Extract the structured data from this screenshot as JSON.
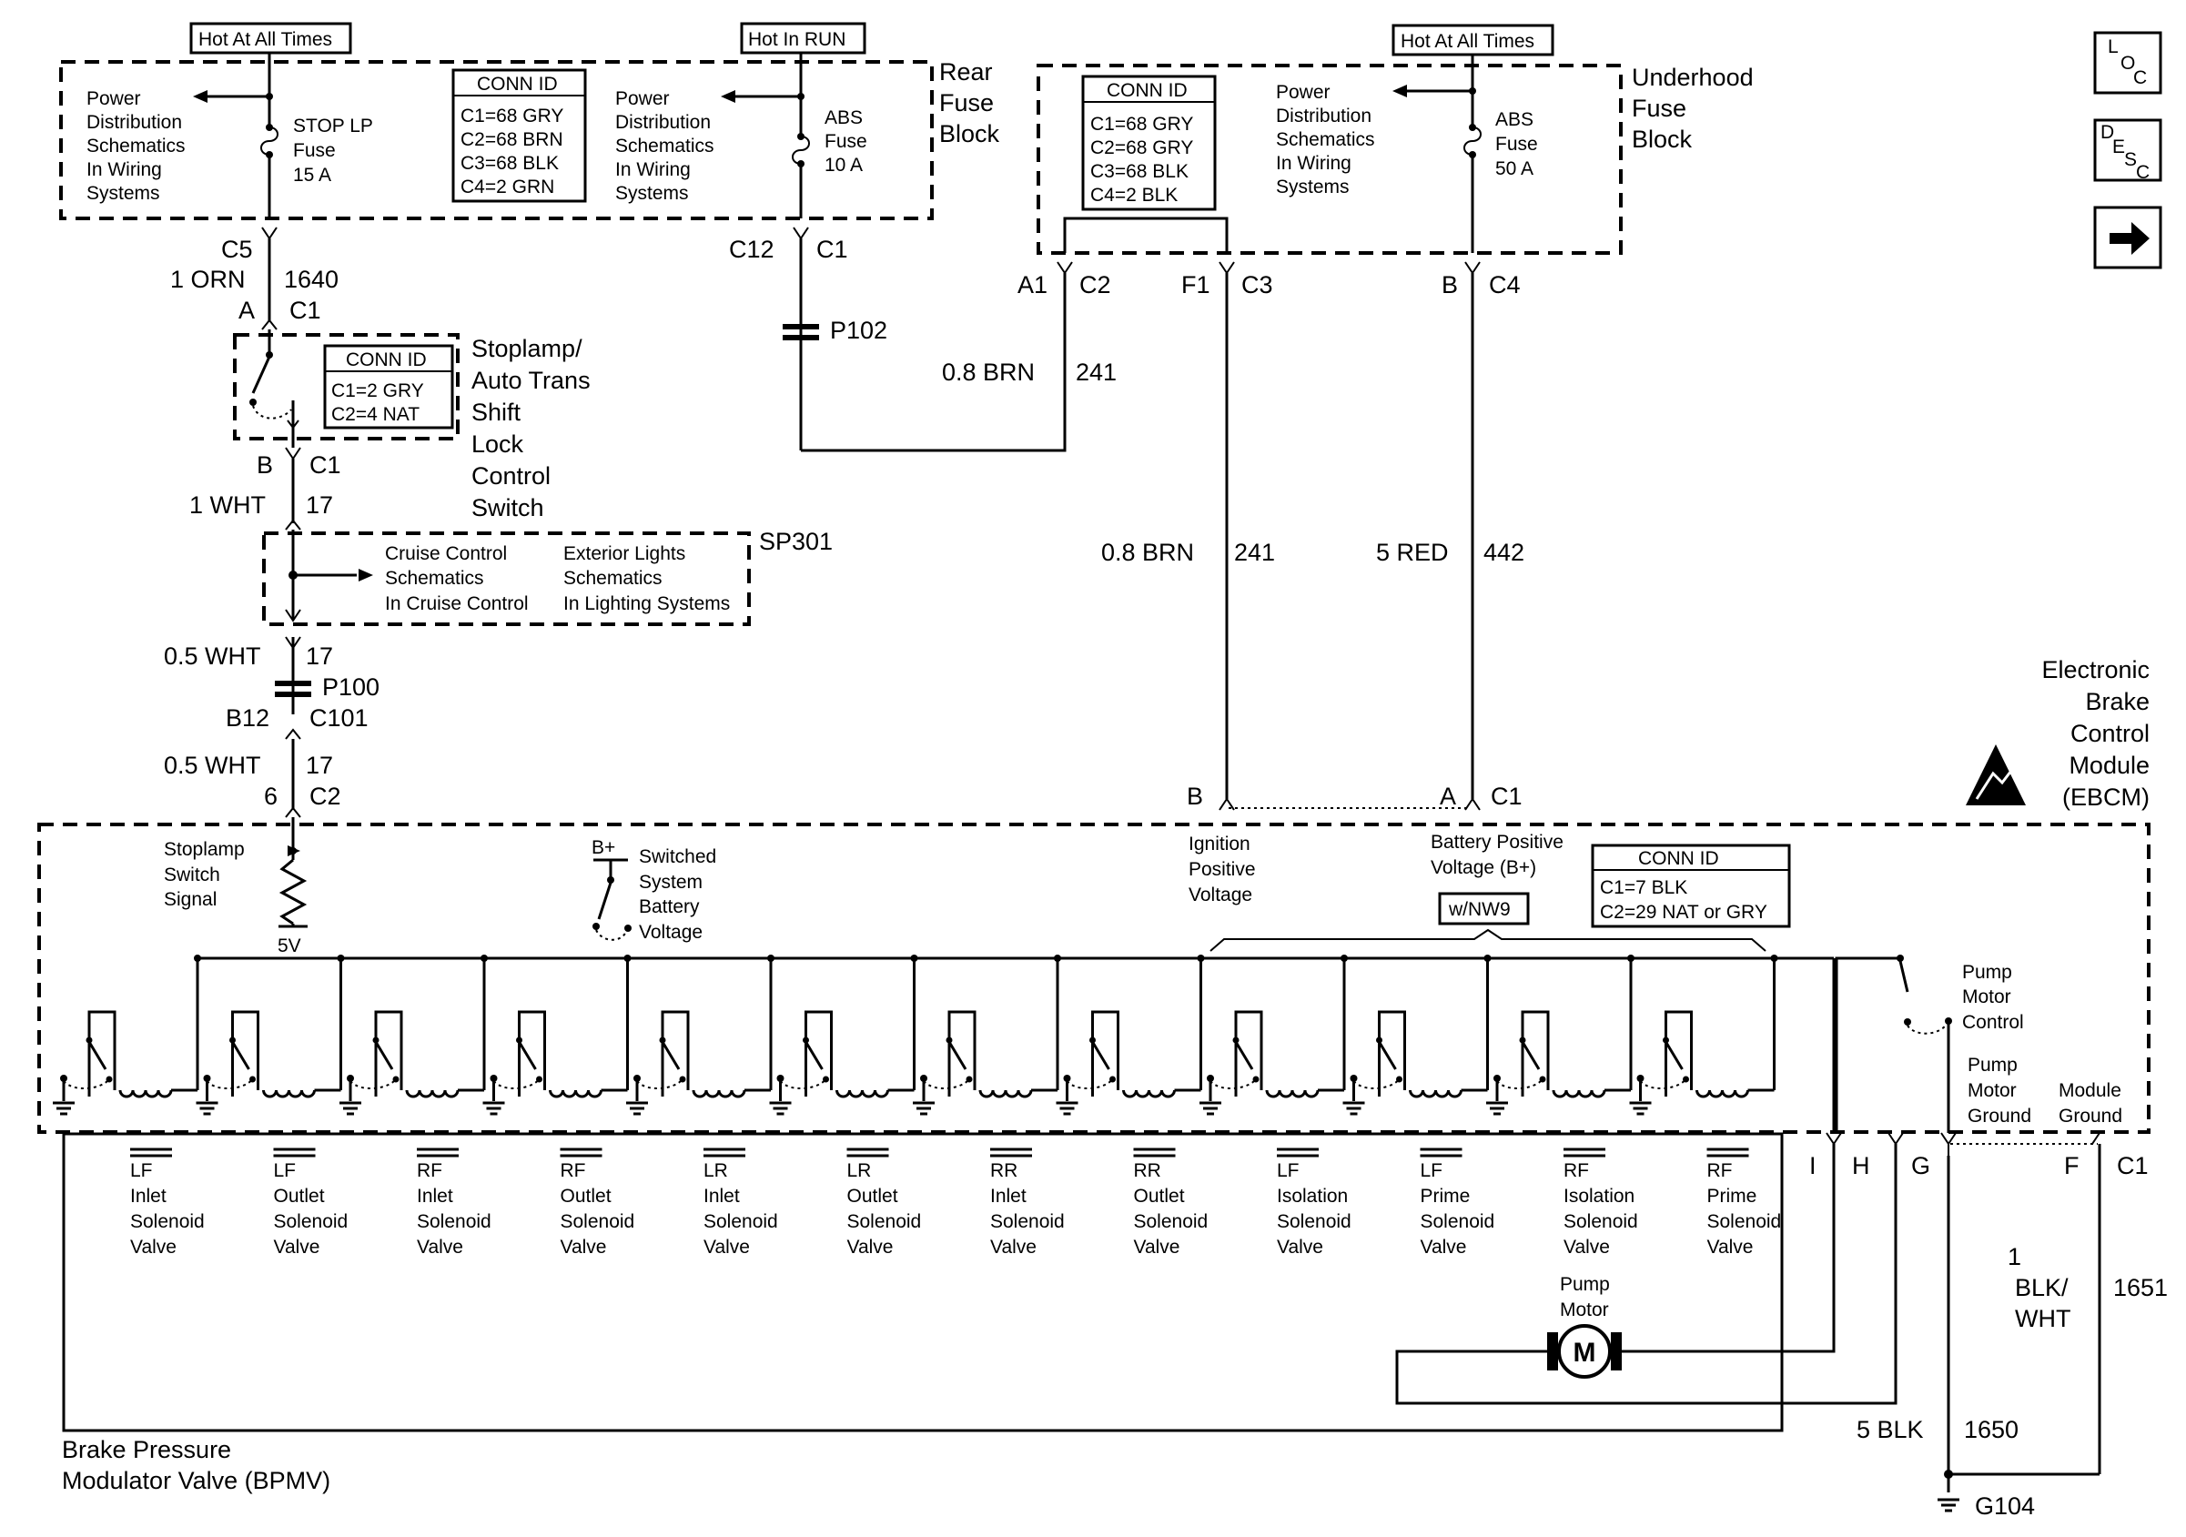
{
  "labels": {
    "hot_always_1": "Hot At All Times",
    "hot_run": "Hot In RUN",
    "hot_always_2": "Hot At All Times",
    "rear_fuse_block": [
      "Rear",
      "Fuse",
      "Block"
    ],
    "underhood_fuse_block": [
      "Underhood",
      "Fuse",
      "Block"
    ],
    "power_dist": [
      "Power",
      "Distribution",
      "Schematics",
      "In Wiring",
      "Systems"
    ],
    "stop_fuse": [
      "STOP LP",
      "Fuse",
      "15 A"
    ],
    "abs_fuse_10": [
      "ABS",
      "Fuse",
      "10 A"
    ],
    "abs_fuse_50": [
      "ABS",
      "Fuse",
      "50 A"
    ],
    "conn_id_title": "CONN ID",
    "conn_rear": [
      "C1=68 GRY",
      "C2=68 BRN",
      "C3=68 BLK",
      "C4=2 GRN"
    ],
    "conn_underhood": [
      "C1=68 GRY",
      "C2=68 GRY",
      "C3=68 BLK",
      "C4=2 BLK"
    ],
    "conn_switch": [
      "C1=2 GRY",
      "C2=4 NAT"
    ],
    "conn_ebcm": [
      "C1=7 BLK",
      "C2=29 NAT or GRY"
    ],
    "stoplamp_switch": [
      "Stoplamp/",
      "Auto Trans",
      "Shift",
      "Lock",
      "Control",
      "Switch"
    ],
    "sp301": "SP301",
    "cruise": [
      "Cruise Control",
      "Schematics",
      "In Cruise Control"
    ],
    "exterior": [
      "Exterior Lights",
      "Schematics",
      "In Lighting Systems"
    ],
    "p100": "P100",
    "p102": "P102",
    "ebcm": [
      "Electronic",
      "Brake",
      "Control",
      "Module",
      "(EBCM)"
    ],
    "stoplamp_signal": [
      "Stoplamp",
      "Switch",
      "Signal"
    ],
    "five_v": "5V",
    "b_plus": "B+",
    "switched": [
      "Switched",
      "System",
      "Battery",
      "Voltage"
    ],
    "ignition": [
      "Ignition",
      "Positive",
      "Voltage"
    ],
    "battery_pos": [
      "Battery Positive",
      "Voltage (B+)"
    ],
    "wnw9": "w/NW9",
    "pump_motor_control": [
      "Pump",
      "Motor",
      "Control"
    ],
    "pump_motor_ground": [
      "Pump",
      "Motor",
      "Ground"
    ],
    "module_ground": [
      "Module",
      "Ground"
    ],
    "pump_motor": [
      "Pump",
      "Motor"
    ],
    "motor_symbol": "M",
    "bpmv": [
      "Brake Pressure",
      "Modulator Valve (BPMV)"
    ],
    "g104": "G104"
  },
  "connectors": {
    "c5": "C5",
    "c12": "C12",
    "c1_rear": "C1",
    "a1": "A1",
    "c2_uh": "C2",
    "f1": "F1",
    "c3_uh": "C3",
    "b_uh": "B",
    "c4_uh": "C4",
    "a_sw": "A",
    "c1_sw": "C1",
    "b_sw": "B",
    "c1_sw2": "C1",
    "b12": "B12",
    "c101": "C101",
    "six": "6",
    "c2_ebcm": "C2",
    "b_ebcm": "B",
    "a_ebcm": "A",
    "c1_ebcm": "C1",
    "i": "I",
    "h": "H",
    "g": "G",
    "f": "F",
    "c1_bot": "C1"
  },
  "wires": {
    "orn": "1 ORN",
    "orn_ckt": "1640",
    "brn_241a": "0.8 BRN",
    "brn_241a_ckt": "241",
    "wht_1": "1 WHT",
    "wht_1_ckt": "17",
    "brn_241b": "0.8 BRN",
    "brn_241b_ckt": "241",
    "red": "5 RED",
    "red_ckt": "442",
    "wht_05a": "0.5 WHT",
    "wht_05a_ckt": "17",
    "wht_05b": "0.5 WHT",
    "wht_05b_ckt": "17",
    "blkwht": [
      "1",
      "BLK/",
      "WHT"
    ],
    "blkwht_ckt": "1651",
    "blk": "5 BLK",
    "blk_ckt": "1650"
  },
  "valves": [
    [
      "LF",
      "Inlet",
      "Solenoid",
      "Valve"
    ],
    [
      "LF",
      "Outlet",
      "Solenoid",
      "Valve"
    ],
    [
      "RF",
      "Inlet",
      "Solenoid",
      "Valve"
    ],
    [
      "RF",
      "Outlet",
      "Solenoid",
      "Valve"
    ],
    [
      "LR",
      "Inlet",
      "Solenoid",
      "Valve"
    ],
    [
      "LR",
      "Outlet",
      "Solenoid",
      "Valve"
    ],
    [
      "RR",
      "Inlet",
      "Solenoid",
      "Valve"
    ],
    [
      "RR",
      "Outlet",
      "Solenoid",
      "Valve"
    ],
    [
      "LF",
      "Isolation",
      "Solenoid",
      "Valve"
    ],
    [
      "LF",
      "Prime",
      "Solenoid",
      "Valve"
    ],
    [
      "RF",
      "Isolation",
      "Solenoid",
      "Valve"
    ],
    [
      "RF",
      "Prime",
      "Solenoid",
      "Valve"
    ]
  ],
  "nav": {
    "loc": [
      "L",
      "O",
      "C"
    ],
    "desc": [
      "D",
      "E",
      "S",
      "C"
    ],
    "next_icon": "arrow-right-icon"
  }
}
